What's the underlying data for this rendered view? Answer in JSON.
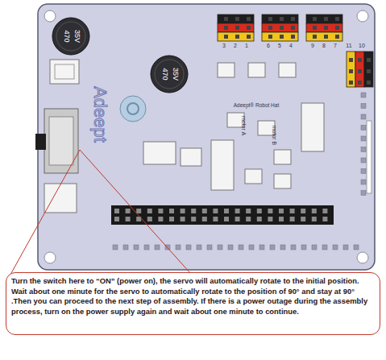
{
  "diagram": {
    "nodes": [
      {
        "text": [
          "Turn the switch here to “ON” (power on), the servo will automatically rotate to the initial position. Wait about one minute for the servo to automatically rotate to the position of 90° and stay at 90° .Then you can proceed to the next step of assembly. If there is a power outage during the assembly process, turn on the power supply again and wait about one minute to continue."
        ]
      }
    ],
    "labels": [
      "Adeept",
      "Adeept® Robot Hat",
      "motor A",
      "motor B",
      "470",
      "35V",
      "470",
      "35V",
      "3",
      "2",
      "1",
      "6",
      "5",
      "4",
      "9",
      "8",
      "7",
      "11",
      "10"
    ]
  }
}
